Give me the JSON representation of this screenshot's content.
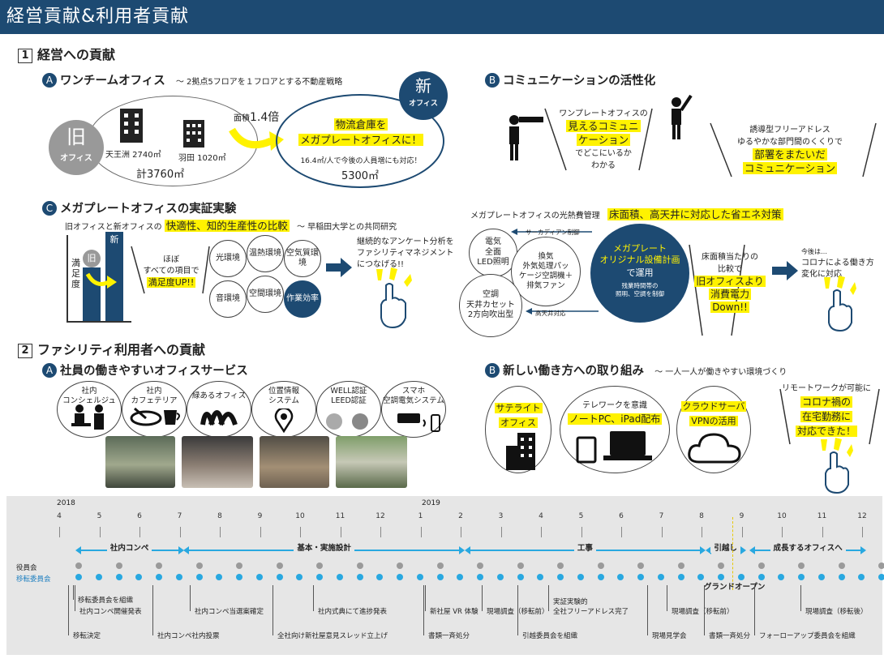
{
  "header": {
    "title": "経営貢献&利用者貢献"
  },
  "section1": {
    "number": "1",
    "title": "経営への貢献",
    "a": {
      "badge": "A",
      "title": "ワンチームオフィス",
      "subtitle": "～ 2拠点5フロアを１フロアとする不動産戦略",
      "old_label": "旧",
      "old_sub": "オフィス",
      "site1": "天王洲 2740㎡",
      "site2": "羽田 1020㎡",
      "total": "計3760㎡",
      "ratio_prefix": "面積",
      "ratio": "1.4倍",
      "new_label": "新",
      "new_sub": "オフィス",
      "new_line1": "物流倉庫を",
      "new_line2": "メガプレートオフィスに！",
      "new_line3": "16.4㎡/人で今後の人員増にも対応！",
      "new_area": "5300㎡"
    },
    "b": {
      "badge": "B",
      "title": "コミュニケーションの活性化",
      "left_line1": "ワンプレートオフィスの",
      "left_hl1": "見えるコミュニ",
      "left_hl2": "ケーション",
      "left_line2": "でどこにいるか",
      "left_line3": "わかる",
      "right_line1": "誘導型フリーアドレス",
      "right_line2": "ゆるやかな部門間のくくりで",
      "right_hl1": "部署をまたいだ",
      "right_hl2": "コミュニケーション"
    },
    "c": {
      "badge": "C",
      "title": "メガプレートオフィスの実証実験",
      "line_prefix": "旧オフィスと新オフィスの",
      "line_hl": "快適性、知的生産性の比較",
      "line_suffix": "～ 早稲田大学との共同研究",
      "bar_old": "旧",
      "bar_new": "新",
      "bar_axis": "満足度",
      "sat_line1": "ほぼ",
      "sat_line2": "すべての項目で",
      "sat_hl": "満足度UP!!",
      "items": [
        "光環境",
        "温熱環境",
        "空気質環境",
        "音環境",
        "空間環境",
        "作業効率"
      ],
      "survey": "継続的なアンケート分析をファシリティマネジメントにつなげる!!"
    },
    "d": {
      "title_prefix": "メガプレートオフィスの光熱費管理",
      "title_hl": "床面積、高天井に対応した省エネ対策",
      "c1": "電気\n全面\nLED照明",
      "c2": "換気\n外気処理パッ\nケージ空調機＋\n排気ファン",
      "c3": "空調\n天井カセット\n2方向吹出型",
      "center_title": "メガプレート\nオリジナル設備計画",
      "center_sub": "で運用",
      "center_note": "残業時間帯の\n照明、空調を制御",
      "arrow1": "サーカディアン制御",
      "arrow2": "高天井対応",
      "energy_line1": "床面積当たりの",
      "energy_line2": "比較で",
      "energy_hl1": "旧オフィスより",
      "energy_hl2": "消費電力",
      "energy_hl3": "Down!!",
      "future_prefix": "今後は…",
      "future_text": "コロナによる働き方変化に対応"
    }
  },
  "section2": {
    "number": "2",
    "title": "ファシリティ利用者への貢献",
    "a": {
      "badge": "A",
      "title": "社員の働きやすいオフィスサービス",
      "services": [
        "社内\nコンシェルジュ",
        "社内\nカフェテリア",
        "緑あるオフィス",
        "位置情報\nシステム",
        "WELL認証\nLEED認証",
        "スマホ\n空調電気システム"
      ]
    },
    "b": {
      "badge": "B",
      "title": "新しい働き方への取り組み",
      "subtitle": "～ 一人一人が働きやすい環境づくり",
      "sat1": "サテライト",
      "sat2": "オフィス",
      "tele1": "テレワークを意識",
      "tele2": "ノートPC、iPad配布",
      "cloud1": "クラウドサーバ",
      "cloud2": "VPNの活用",
      "remote1": "リモートワークが可能に",
      "remote_hl1": "コロナ禍の",
      "remote_hl2": "在宅勤務に",
      "remote_hl3": "対応できた！"
    }
  },
  "timeline": {
    "year1": "2018",
    "year2": "2019",
    "months": [
      "4",
      "5",
      "6",
      "7",
      "8",
      "9",
      "10",
      "11",
      "12",
      "1",
      "2",
      "3",
      "4",
      "5",
      "6",
      "7",
      "8",
      "9",
      "10",
      "11",
      "12"
    ],
    "phases": [
      "社内コンペ",
      "基本・実施設計",
      "工事",
      "引越し",
      "成長するオフィスへ"
    ],
    "row1": "役員会",
    "row2": "移転委員会",
    "grand_open": "グランドオープン",
    "events": [
      "移転委員会を組織",
      "社内コンペ開催発表",
      "移転決定",
      "社内コンペ社内投票",
      "社内コンペ当選案確定",
      "全社向け新社屋意見スレッド立上げ",
      "社内式典にて進捗発表",
      "新社屋 VR 体験",
      "書類一斉処分",
      "現場調査（移転前）",
      "引越委員会を組織",
      "実証実験的",
      "全社フリーアドレス完了",
      "現場見学会",
      "現場調査（移転前）",
      "書類一斉処分",
      "フォーローアップ委員会を組織",
      "現場調査（移転後）"
    ]
  },
  "colors": {
    "navy": "#1d4a72",
    "yellow": "#fff200",
    "blue": "#29a8e0"
  }
}
